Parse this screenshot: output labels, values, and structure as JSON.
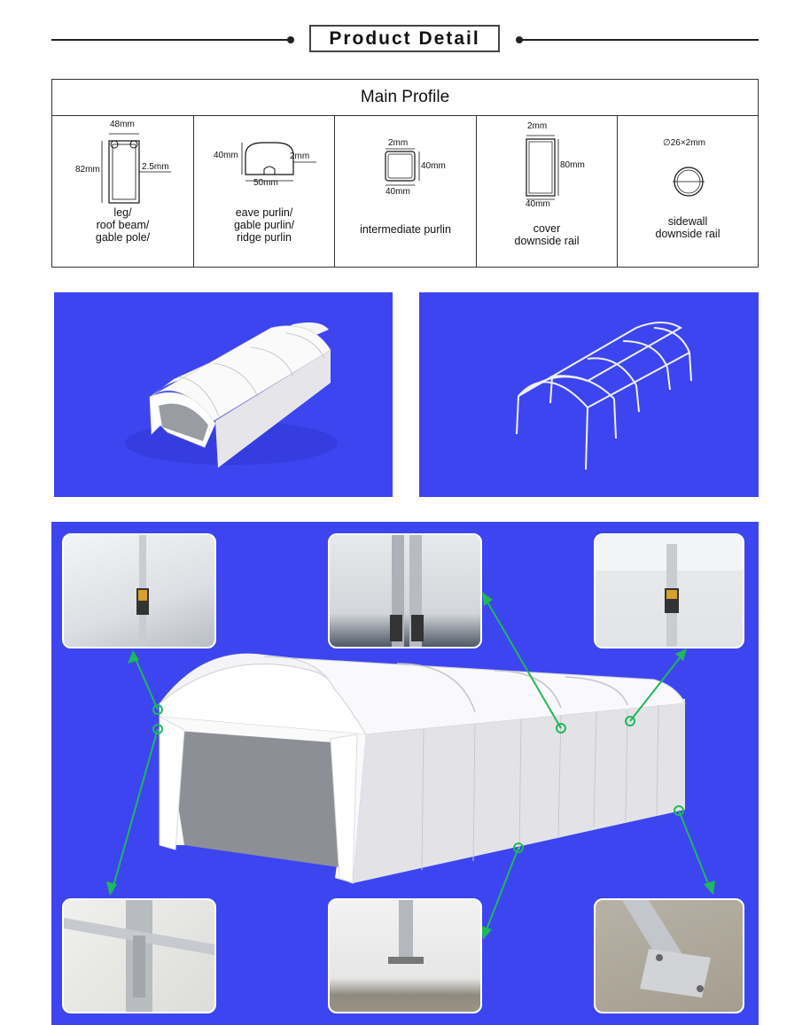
{
  "header": {
    "title": "Product Detail"
  },
  "main_profile": {
    "title": "Main Profile",
    "profiles": [
      {
        "label": "leg/\nroof  beam/\ngable pole/",
        "dims": {
          "width": "48mm",
          "height": "82mm",
          "wall": "2.5mm"
        }
      },
      {
        "label": "eave  purlin/\ngable  purlin/\nridge purlin",
        "dims": {
          "height": "40mm",
          "wall": "2mm",
          "width": "50mm"
        }
      },
      {
        "label": "intermediate purlin",
        "dims": {
          "wall": "2mm",
          "height": "40mm",
          "width": "40mm"
        }
      },
      {
        "label": "cover\ndownside rail",
        "dims": {
          "wall": "2mm",
          "height": "80mm",
          "width": "40mm"
        }
      },
      {
        "label": "sidewall\ndownside rail",
        "dims": {
          "diameter": "∅26×2mm"
        }
      }
    ]
  },
  "renders": [
    {
      "name": "tent-render-covered"
    },
    {
      "name": "tent-render-frame"
    }
  ],
  "details": {
    "thumbnails": [
      "corner-ratchet-detail",
      "ridge-ratchet-detail",
      "sidewall-ratchet-detail",
      "frame-joint-detail",
      "leg-base-detail",
      "base-plate-detail"
    ]
  },
  "colors": {
    "accent_blue": "#3d45f0",
    "callout_green": "#1fb85a",
    "line": "#222222"
  }
}
